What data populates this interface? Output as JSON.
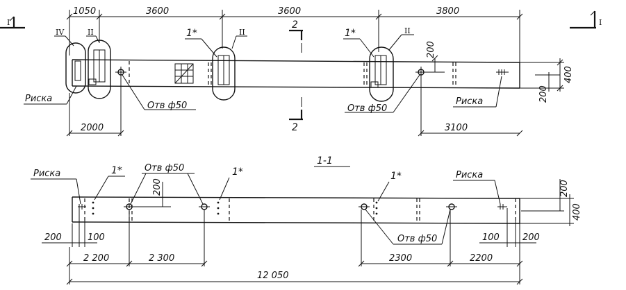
{
  "top_view": {
    "span_dims": [
      "1050",
      "3600",
      "3600",
      "3800"
    ],
    "left_mark": "I",
    "right_mark": "I",
    "section_mark_top": "2",
    "section_mark_bottom": "2",
    "callouts": {
      "iv": "IV",
      "ii_left": "II",
      "star1_a": "1*",
      "ii_mid": "II",
      "star1_b": "1*",
      "ii_right": "II"
    },
    "risk_left": "Риска",
    "risk_right": "Риска",
    "hole_left": "Отв ф50",
    "hole_right": "Отв ф50",
    "dim_hole_offset": "200",
    "dim_height": "400",
    "dim_lower": "200",
    "dim_left_bottom": "2000",
    "dim_right_bottom": "3100"
  },
  "section_view": {
    "title": "1-1",
    "risk_left": "Риска",
    "risk_right": "Риска",
    "star_left": "1*",
    "star_mid": "1*",
    "star_right": "1*",
    "hole_top": "Отв ф50",
    "hole_bottom": "Отв ф50",
    "dim_hole_offset": "200",
    "dim_right_200": "200",
    "dim_right_400": "400",
    "dim_left_200": "200",
    "dim_left_100": "100",
    "dim_right_100": "100",
    "dim_right_200b": "200",
    "dim_2200_left": "2 200",
    "dim_2300_left": "2 300",
    "dim_2300_right": "2300",
    "dim_2200_right": "2200",
    "dim_total": "12 050"
  }
}
